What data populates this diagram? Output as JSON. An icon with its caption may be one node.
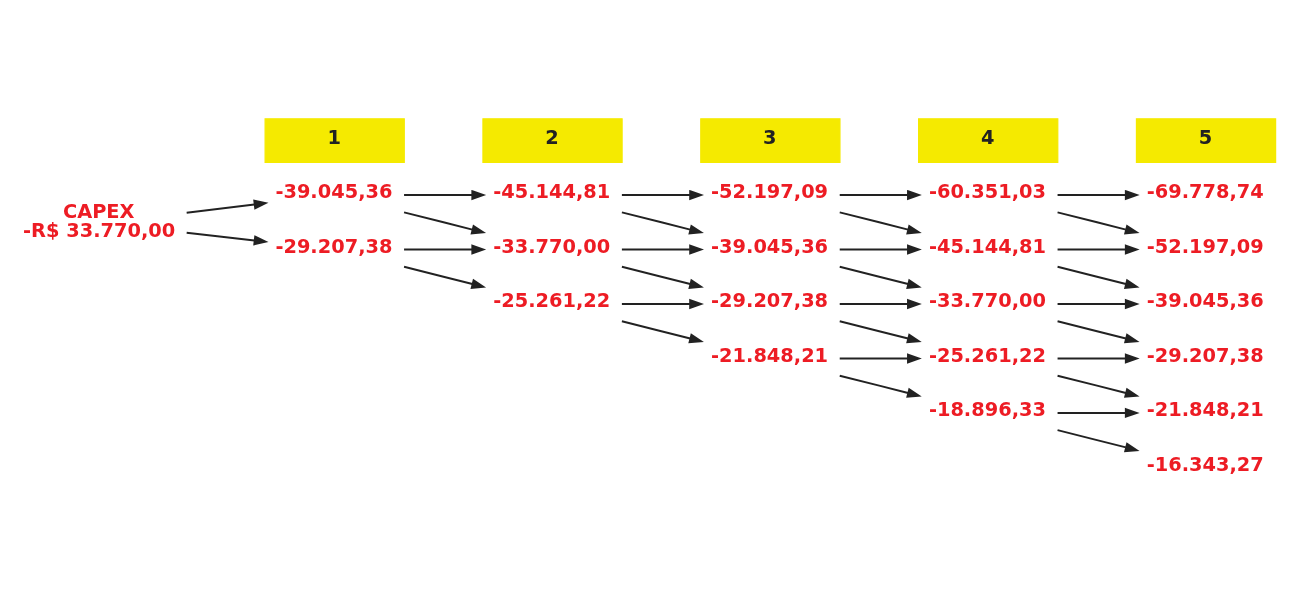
{
  "diagram": {
    "nodes": [
      {
        "text": [
          "CAPEX",
          "-R$ 33.770,00"
        ]
      },
      {
        "text": [
          "-39.045,36"
        ]
      },
      {
        "text": [
          "-29.207,38"
        ]
      },
      {
        "text": [
          "-45.144,81"
        ]
      },
      {
        "text": [
          "-33.770,00"
        ]
      },
      {
        "text": [
          "-25.261,22"
        ]
      },
      {
        "text": [
          "-52.197,09"
        ]
      },
      {
        "text": [
          "-39.045,36"
        ]
      },
      {
        "text": [
          "-29.207,38"
        ]
      },
      {
        "text": [
          "-21.848,21"
        ]
      },
      {
        "text": [
          "-60.351,03"
        ]
      },
      {
        "text": [
          "-45.144,81"
        ]
      },
      {
        "text": [
          "-33.770,00"
        ]
      },
      {
        "text": [
          "-25.261,22"
        ]
      },
      {
        "text": [
          "-18.896,33"
        ]
      },
      {
        "text": [
          "-69.778,74"
        ]
      },
      {
        "text": [
          "-52.197,09"
        ]
      },
      {
        "text": [
          "-39.045,36"
        ]
      },
      {
        "text": [
          "-29.207,38"
        ]
      },
      {
        "text": [
          "-21.848,21"
        ]
      },
      {
        "text": [
          "-16.343,27"
        ]
      }
    ],
    "edges": [
      {
        "from": 0,
        "to": 1,
        "arrow": "to"
      },
      {
        "from": 0,
        "to": 2,
        "arrow": "to"
      },
      {
        "from": 1,
        "to": 3,
        "arrow": "to"
      },
      {
        "from": 1,
        "to": 4,
        "arrow": "to"
      },
      {
        "from": 2,
        "to": 4,
        "arrow": "to"
      },
      {
        "from": 2,
        "to": 5,
        "arrow": "to"
      },
      {
        "from": 3,
        "to": 6,
        "arrow": "to"
      },
      {
        "from": 3,
        "to": 7,
        "arrow": "to"
      },
      {
        "from": 4,
        "to": 7,
        "arrow": "to"
      },
      {
        "from": 4,
        "to": 8,
        "arrow": "to"
      },
      {
        "from": 5,
        "to": 8,
        "arrow": "to"
      },
      {
        "from": 5,
        "to": 9,
        "arrow": "to"
      },
      {
        "from": 6,
        "to": 10,
        "arrow": "to"
      },
      {
        "from": 6,
        "to": 11,
        "arrow": "to"
      },
      {
        "from": 7,
        "to": 11,
        "arrow": "to"
      },
      {
        "from": 7,
        "to": 12,
        "arrow": "to"
      },
      {
        "from": 8,
        "to": 12,
        "arrow": "to"
      },
      {
        "from": 8,
        "to": 13,
        "arrow": "to"
      },
      {
        "from": 9,
        "to": 13,
        "arrow": "to"
      },
      {
        "from": 9,
        "to": 14,
        "arrow": "to"
      },
      {
        "from": 10,
        "to": 15,
        "arrow": "to"
      },
      {
        "from": 10,
        "to": 16,
        "arrow": "to"
      },
      {
        "from": 11,
        "to": 16,
        "arrow": "to"
      },
      {
        "from": 11,
        "to": 17,
        "arrow": "to"
      },
      {
        "from": 12,
        "to": 17,
        "arrow": "to"
      },
      {
        "from": 12,
        "to": 18,
        "arrow": "to"
      },
      {
        "from": 13,
        "to": 18,
        "arrow": "to"
      },
      {
        "from": 13,
        "to": 19,
        "arrow": "to"
      },
      {
        "from": 14,
        "to": 19,
        "arrow": "to"
      },
      {
        "from": 14,
        "to": 20,
        "arrow": "to"
      }
    ],
    "labels": [
      "1",
      "2",
      "3",
      "4",
      "5"
    ]
  }
}
